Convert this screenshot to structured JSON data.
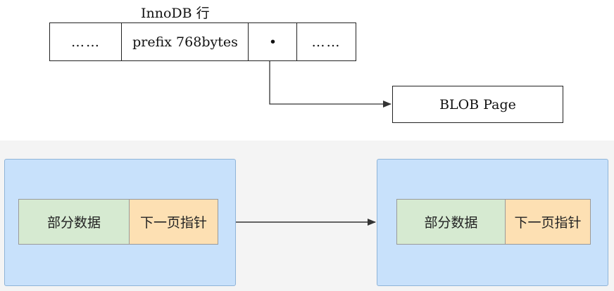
{
  "innodb_row": {
    "title": "InnoDB 行",
    "cells": [
      "……",
      "prefix 768bytes",
      "•",
      "……"
    ]
  },
  "blob_page": {
    "label": "BLOB Page"
  },
  "pages": [
    {
      "data_label": "部分数据",
      "pointer_label": "下一页指针"
    },
    {
      "data_label": "部分数据",
      "pointer_label": "下一页指针"
    }
  ],
  "colors": {
    "page_fill": "#c8e1fb",
    "data_fill": "#d6ead1",
    "pointer_fill": "#fde0b3",
    "bottom_background": "#f4f4f4"
  }
}
